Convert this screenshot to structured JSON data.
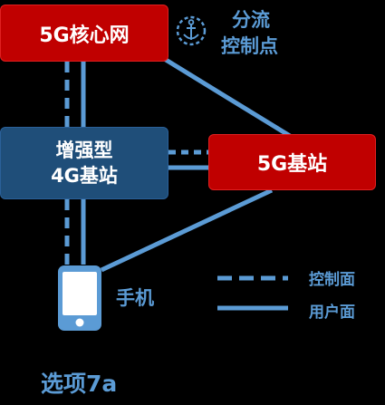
{
  "nodes": {
    "core": "5G核心网",
    "enhanced_4g_line1": "增强型",
    "enhanced_4g_line2": "4G基站",
    "gnb": "5G基站",
    "phone": "手机",
    "split_line1": "分流",
    "split_line2": "控制点"
  },
  "legend": {
    "control_plane": "控制面",
    "user_plane": "用户面"
  },
  "caption": "选项7a",
  "colors": {
    "background": "#000000",
    "red_node": "#c00000",
    "navy_node": "#1f4e79",
    "line": "#5b9bd5"
  },
  "icons": {
    "split_point": "anchor-icon",
    "phone": "smartphone-icon"
  }
}
